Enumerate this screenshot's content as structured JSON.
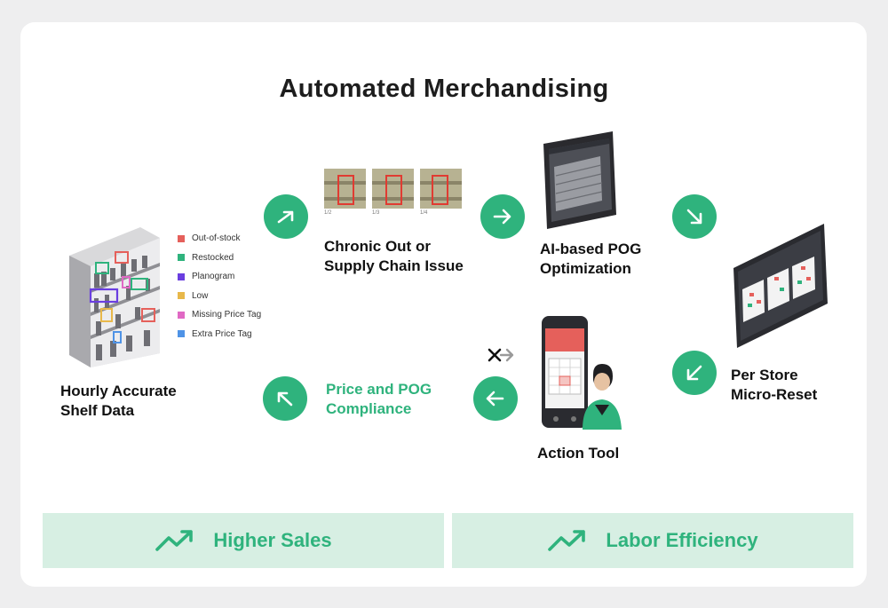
{
  "title": "Automated Merchandising",
  "steps": {
    "shelf_data": "Hourly Accurate\nShelf Data",
    "chronic": "Chronic Out or\nSupply Chain Issue",
    "ai_pog": "AI-based POG\nOptimization",
    "micro_reset": "Per Store\nMicro-Reset",
    "action_tool": "Action Tool",
    "compliance": "Price and POG\nCompliance"
  },
  "legend": [
    {
      "label": "Out-of-stock",
      "color": "#e5605b"
    },
    {
      "label": "Restocked",
      "color": "#2fb37d"
    },
    {
      "label": "Planogram",
      "color": "#6a3ee0"
    },
    {
      "label": "Low",
      "color": "#e8b84a"
    },
    {
      "label": "Missing Price Tag",
      "color": "#e069c4"
    },
    {
      "label": "Extra Price Tag",
      "color": "#4f93e6"
    }
  ],
  "thumb_captions": [
    "1/2",
    "1/3",
    "1/4"
  ],
  "banners": [
    {
      "label": "Higher Sales",
      "icon": "trend-up-icon"
    },
    {
      "label": "Labor Efficiency",
      "icon": "trend-up-icon"
    }
  ],
  "colors": {
    "accent": "#2fb37d",
    "banner_bg": "#d7efe3"
  }
}
